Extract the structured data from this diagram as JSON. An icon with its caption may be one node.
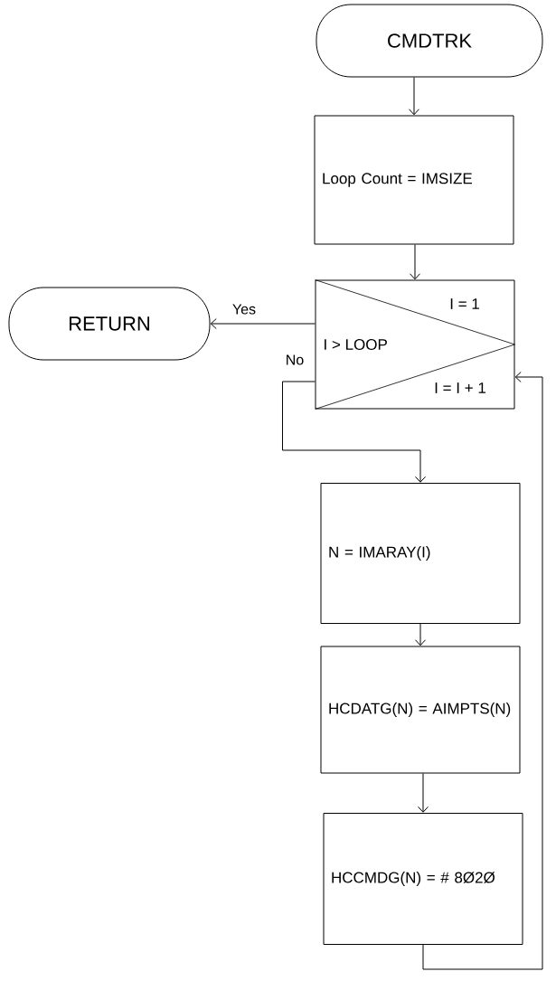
{
  "diagram": {
    "nodes": [
      {
        "text": [
          "CMDTRK"
        ]
      },
      {
        "text": [
          "Loop Count = IMSIZE"
        ]
      },
      {
        "text": [
          "I = 1",
          "I > LOOP",
          "I = I + 1"
        ]
      },
      {
        "text": [
          "RETURN"
        ]
      },
      {
        "text": [
          "N = IMARAY(I)"
        ]
      },
      {
        "text": [
          "HCDATG(N) = AIMPTS(N)"
        ]
      },
      {
        "text": [
          "HCCMDG(N) = # 8Ø2Ø"
        ]
      }
    ],
    "edges": [
      {
        "from": 0,
        "to": 1,
        "arrow": "to"
      },
      {
        "from": 1,
        "to": 2,
        "arrow": "to"
      },
      {
        "from": 2,
        "to": 3,
        "arrow": "to",
        "label": "Yes"
      },
      {
        "from": 2,
        "to": 4,
        "arrow": "to",
        "label": "No"
      },
      {
        "from": 4,
        "to": 5,
        "arrow": "to"
      },
      {
        "from": 5,
        "to": 6,
        "arrow": "to"
      },
      {
        "from": 6,
        "to": 2,
        "arrow": "to"
      }
    ]
  }
}
